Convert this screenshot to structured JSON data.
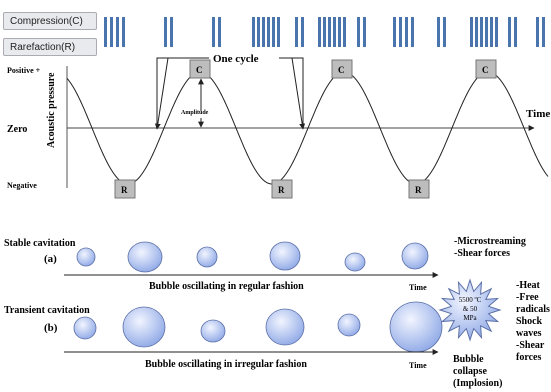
{
  "legend": {
    "compression": "Compression(C)",
    "rarefaction": "Rarefaction(R)"
  },
  "wave": {
    "cycle_label": "One cycle",
    "amplitude_label": "Amplitude",
    "positive_label": "Positive +",
    "negative_label": "Negative",
    "zero_label": "Zero",
    "y_axis_label": "Acoustic pressure",
    "time_label": "Time",
    "compression_marker": "C",
    "rarefaction_marker": "R"
  },
  "stable": {
    "title": "Stable cavitation",
    "tag": "(a)",
    "caption": "Bubble oscillating in regular fashion",
    "time_label": "Time",
    "effects": [
      "-Microstreaming",
      "-Shear forces"
    ]
  },
  "transient": {
    "title": "Transient cavitation",
    "tag": "(b)",
    "caption": "Bubble oscillating in irregular fashion",
    "time_label": "Time",
    "burst_lines": [
      "5500 ºC",
      "& 50",
      "MPa"
    ],
    "collapse_lines": [
      "Bubble",
      "collapse",
      "(Implosion)"
    ],
    "effects": [
      "-Heat",
      "-Free",
      "radicals",
      "Shock",
      "waves",
      "-Shear",
      "forces"
    ]
  },
  "colors": {
    "bar": "#4a74ad",
    "bubble_light": "#f2f5ff",
    "bubble_dark": "#8ea8e6"
  }
}
